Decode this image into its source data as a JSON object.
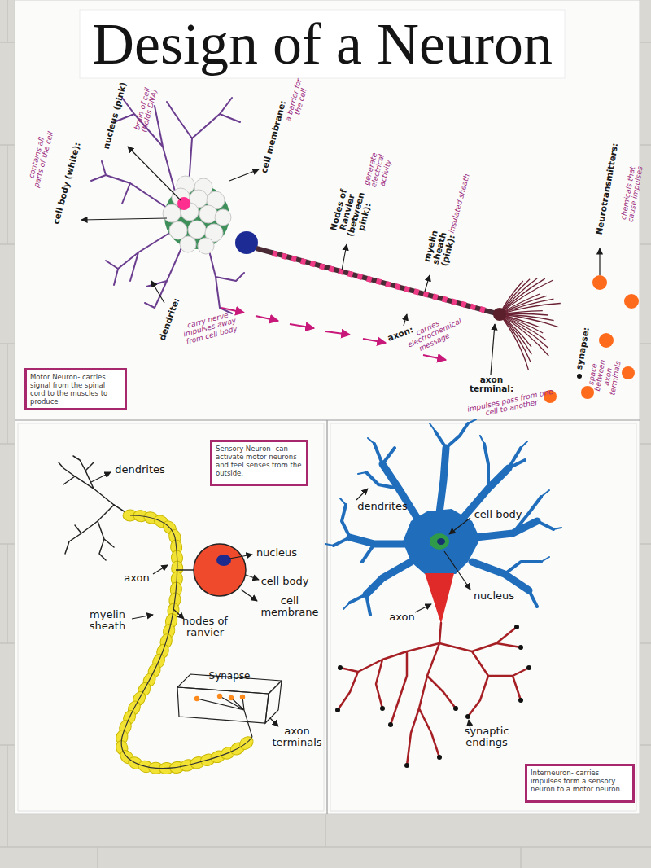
{
  "diagram": {
    "title": "Design of a Neuron",
    "nodes": [
      {
        "text": [
          "Motor Neuron- carries signal from the spinal cord to the muscles to produce"
        ]
      },
      {
        "text": [
          "Sensory Neuron- can activate motor neurons and feel senses from the outside."
        ]
      },
      {
        "text": [
          "Synapse"
        ]
      },
      {
        "text": [
          "Interneuron- carries impulses form a sensory neuron to a motor neuron."
        ]
      }
    ],
    "labels": [
      "nucleus (pink)",
      "brain of cell (holds DNA)",
      "cell body (white):",
      "contains all parts of the cell",
      "cell membrane:",
      "a barrier for the cell",
      "Nodes of Ranvier (between pink):",
      "generate electrical activity",
      "myelin sheath (pink):",
      "insulated sheath",
      "Neurotransmitters:",
      "chemicals that cause impulses",
      "dendrite:",
      "carry nerve impulses away from cell body",
      "axon:",
      "carries electrochemical message",
      "axon terminal:",
      "impulses pass from one cell to another",
      "synapse:",
      "space between axon terminals",
      "dendrites",
      "axon",
      "myelin sheath",
      "nodes of ranvier",
      "nucleus",
      "cell body",
      "cell membrane",
      "axon terminals",
      "dendrites",
      "cell body",
      "nucleus",
      "axon",
      "synaptic endings"
    ]
  }
}
